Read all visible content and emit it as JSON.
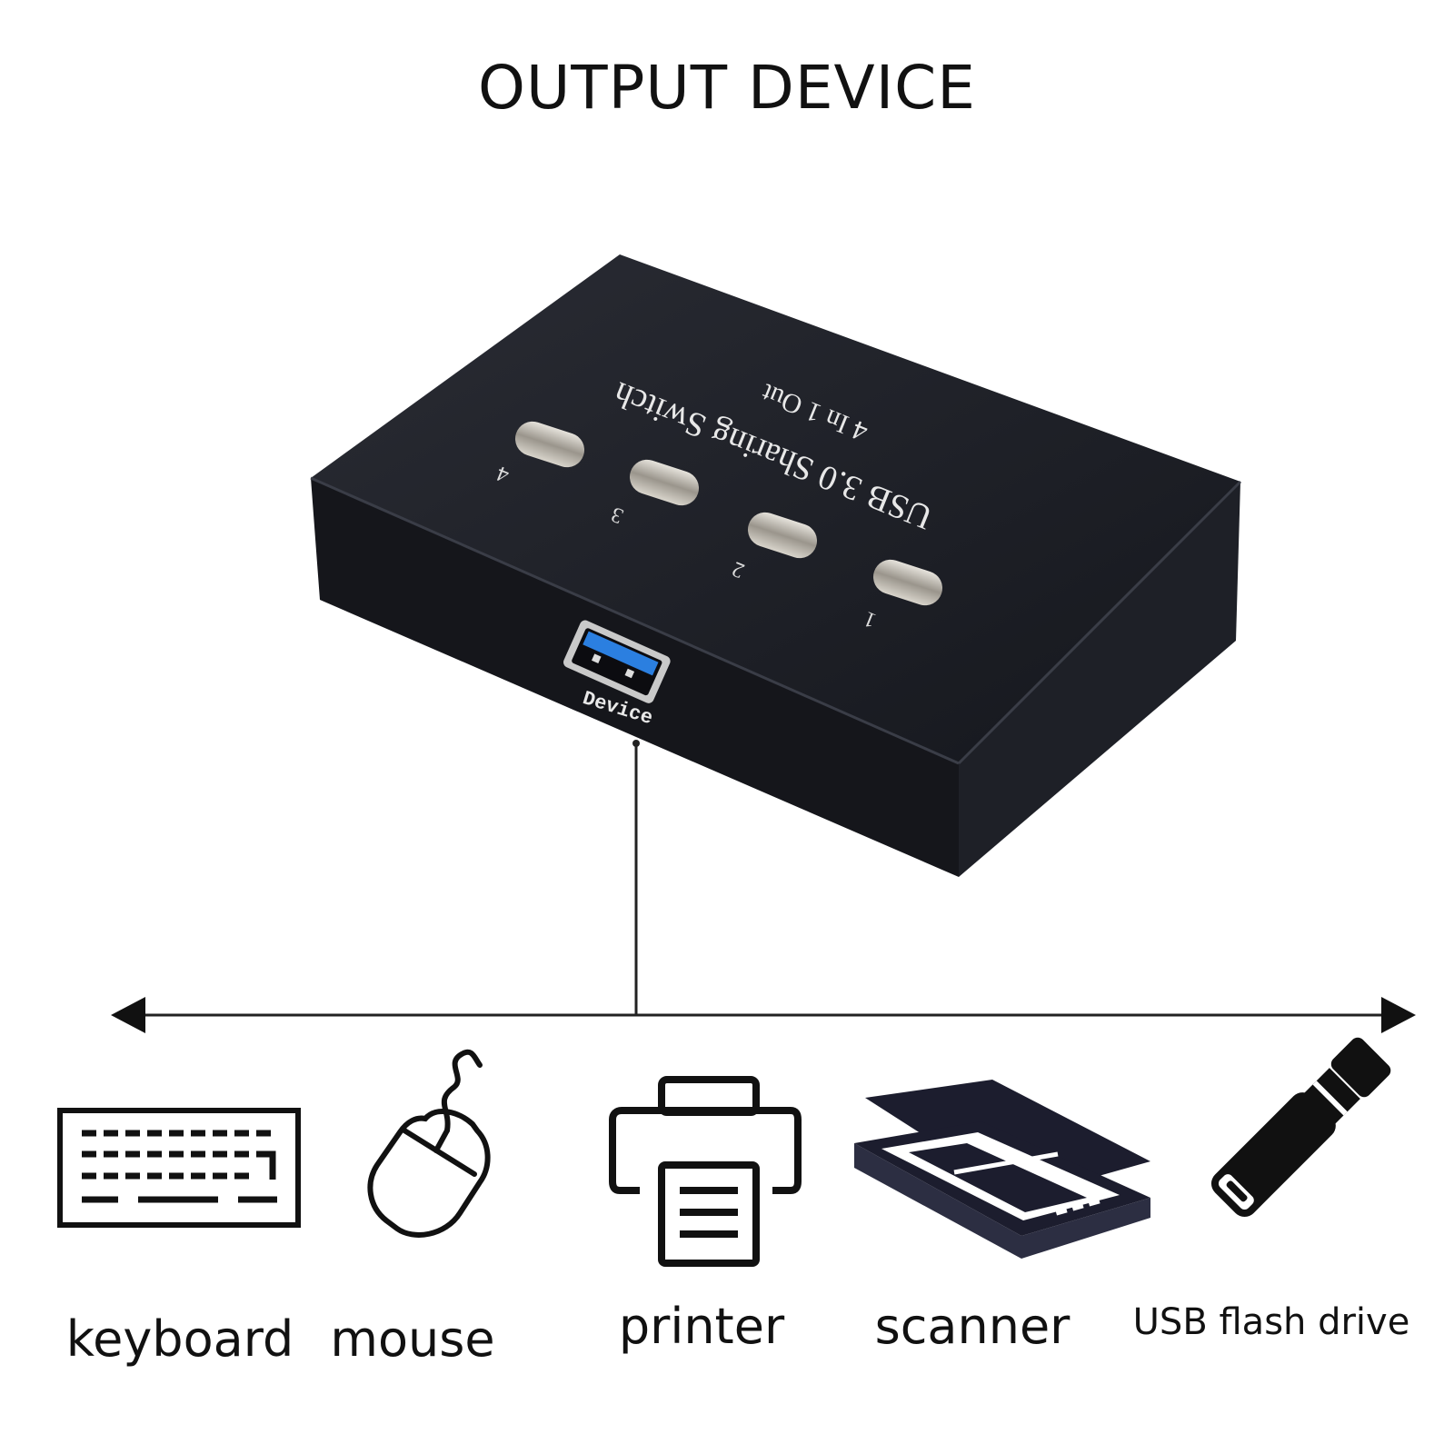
{
  "title": "OUTPUT DEVICE",
  "device": {
    "top_line1": "USB 3.0 Sharing Switch",
    "top_line2": "4 In 1 Out",
    "buttons": [
      "1",
      "2",
      "3",
      "4"
    ],
    "port_label": "Device",
    "port_accent": "#2b7fe0",
    "body_color": "#1b1d24"
  },
  "peripherals": [
    {
      "label": "keyboard",
      "icon": "keyboard-icon"
    },
    {
      "label": "mouse",
      "icon": "mouse-icon"
    },
    {
      "label": "printer",
      "icon": "printer-icon"
    },
    {
      "label": "scanner",
      "icon": "scanner-icon"
    },
    {
      "label": "USB flash drive",
      "icon": "usb-flash-drive-icon"
    }
  ]
}
